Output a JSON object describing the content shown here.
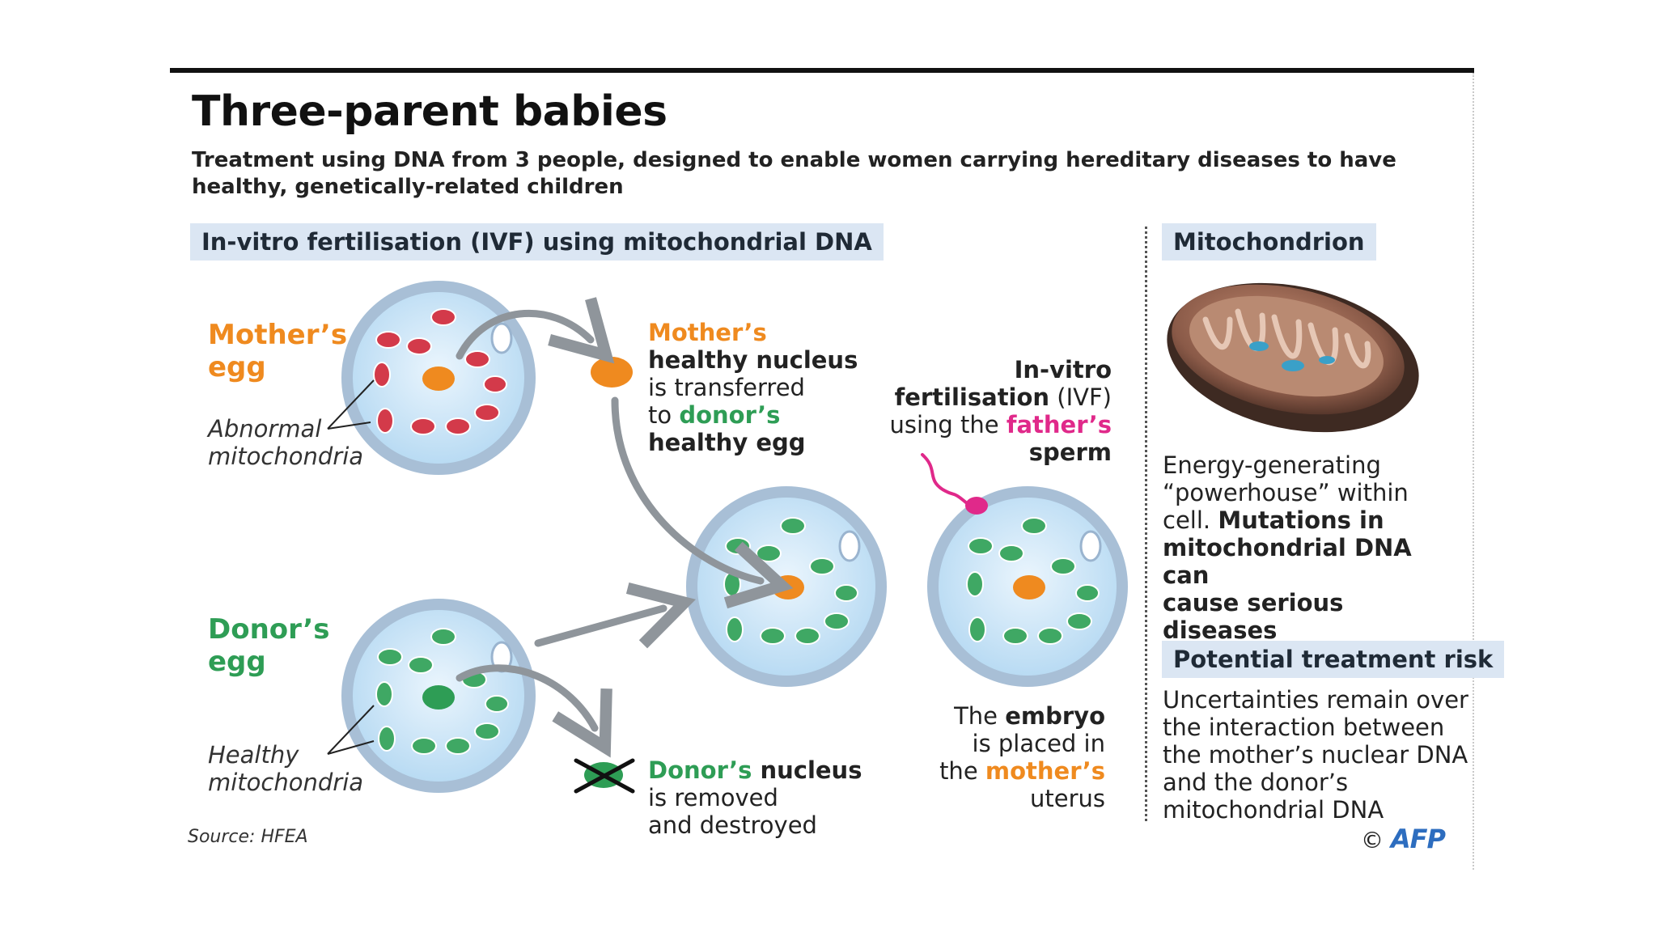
{
  "title": "Three-parent babies",
  "subtitle": "Treatment using DNA from 3 people, designed to enable women carrying hereditary diseases to have healthy, genetically-related children",
  "section_ivf": "In-vitro fertilisation (IVF) using mitochondrial DNA",
  "section_mito": "Mitochondrion",
  "section_risk": "Potential treatment risk",
  "mothers_egg": {
    "line1": "Mother’s",
    "line2": "egg"
  },
  "abnormal": {
    "line1": "Abnormal",
    "line2": "mitochondria"
  },
  "donors_egg": {
    "line1": "Donor’s",
    "line2": "egg"
  },
  "healthy": {
    "line1": "Healthy",
    "line2": "mitochondria"
  },
  "transfer": {
    "mothers": "Mother’s",
    "healthy_nucleus": "healthy nucleus",
    "is_transferred": "is transferred",
    "to": "to ",
    "donors": "donor’s",
    "healthy_egg": "healthy egg"
  },
  "ivf": {
    "in_vitro": "In-vitro",
    "fertilisation": "fertilisation",
    "ivf_abbr": " (IVF)",
    "using_the": "using the ",
    "fathers": "father’s",
    "sperm": "sperm"
  },
  "removed": {
    "donors": "Donor’s",
    "nucleus": " nucleus",
    "is_removed": "is removed",
    "and_destroyed": "and destroyed"
  },
  "embryo": {
    "the": "The ",
    "embryo": "embryo",
    "is_placed_in": "is placed in",
    "the2": "the ",
    "mothers": "mother’s",
    "uterus": "uterus"
  },
  "mito_text": {
    "line1": "Energy-generating",
    "line2": "“powerhouse” within",
    "line3a": "cell. ",
    "line3b": "Mutations in",
    "line4": "mitochondrial DNA can",
    "line5": "cause serious diseases"
  },
  "risk_text": [
    "Uncertainties remain over",
    "the interaction between",
    "the mother’s nuclear DNA",
    "and the donor’s",
    "mitochondrial DNA"
  ],
  "source": "Source: HFEA",
  "copyright": "©",
  "afp": "AFP",
  "colors": {
    "mother": "#ef8a1f",
    "donor": "#2e9d55",
    "father": "#e0298a",
    "abnormal_mito": "#d33a4a",
    "healthy_mito": "#3fa864",
    "cell_fill": "#cfe6f7",
    "cell_ring": "#9ab4cf",
    "arrow": "#8f959b",
    "label_bg": "#dbe6f3"
  }
}
